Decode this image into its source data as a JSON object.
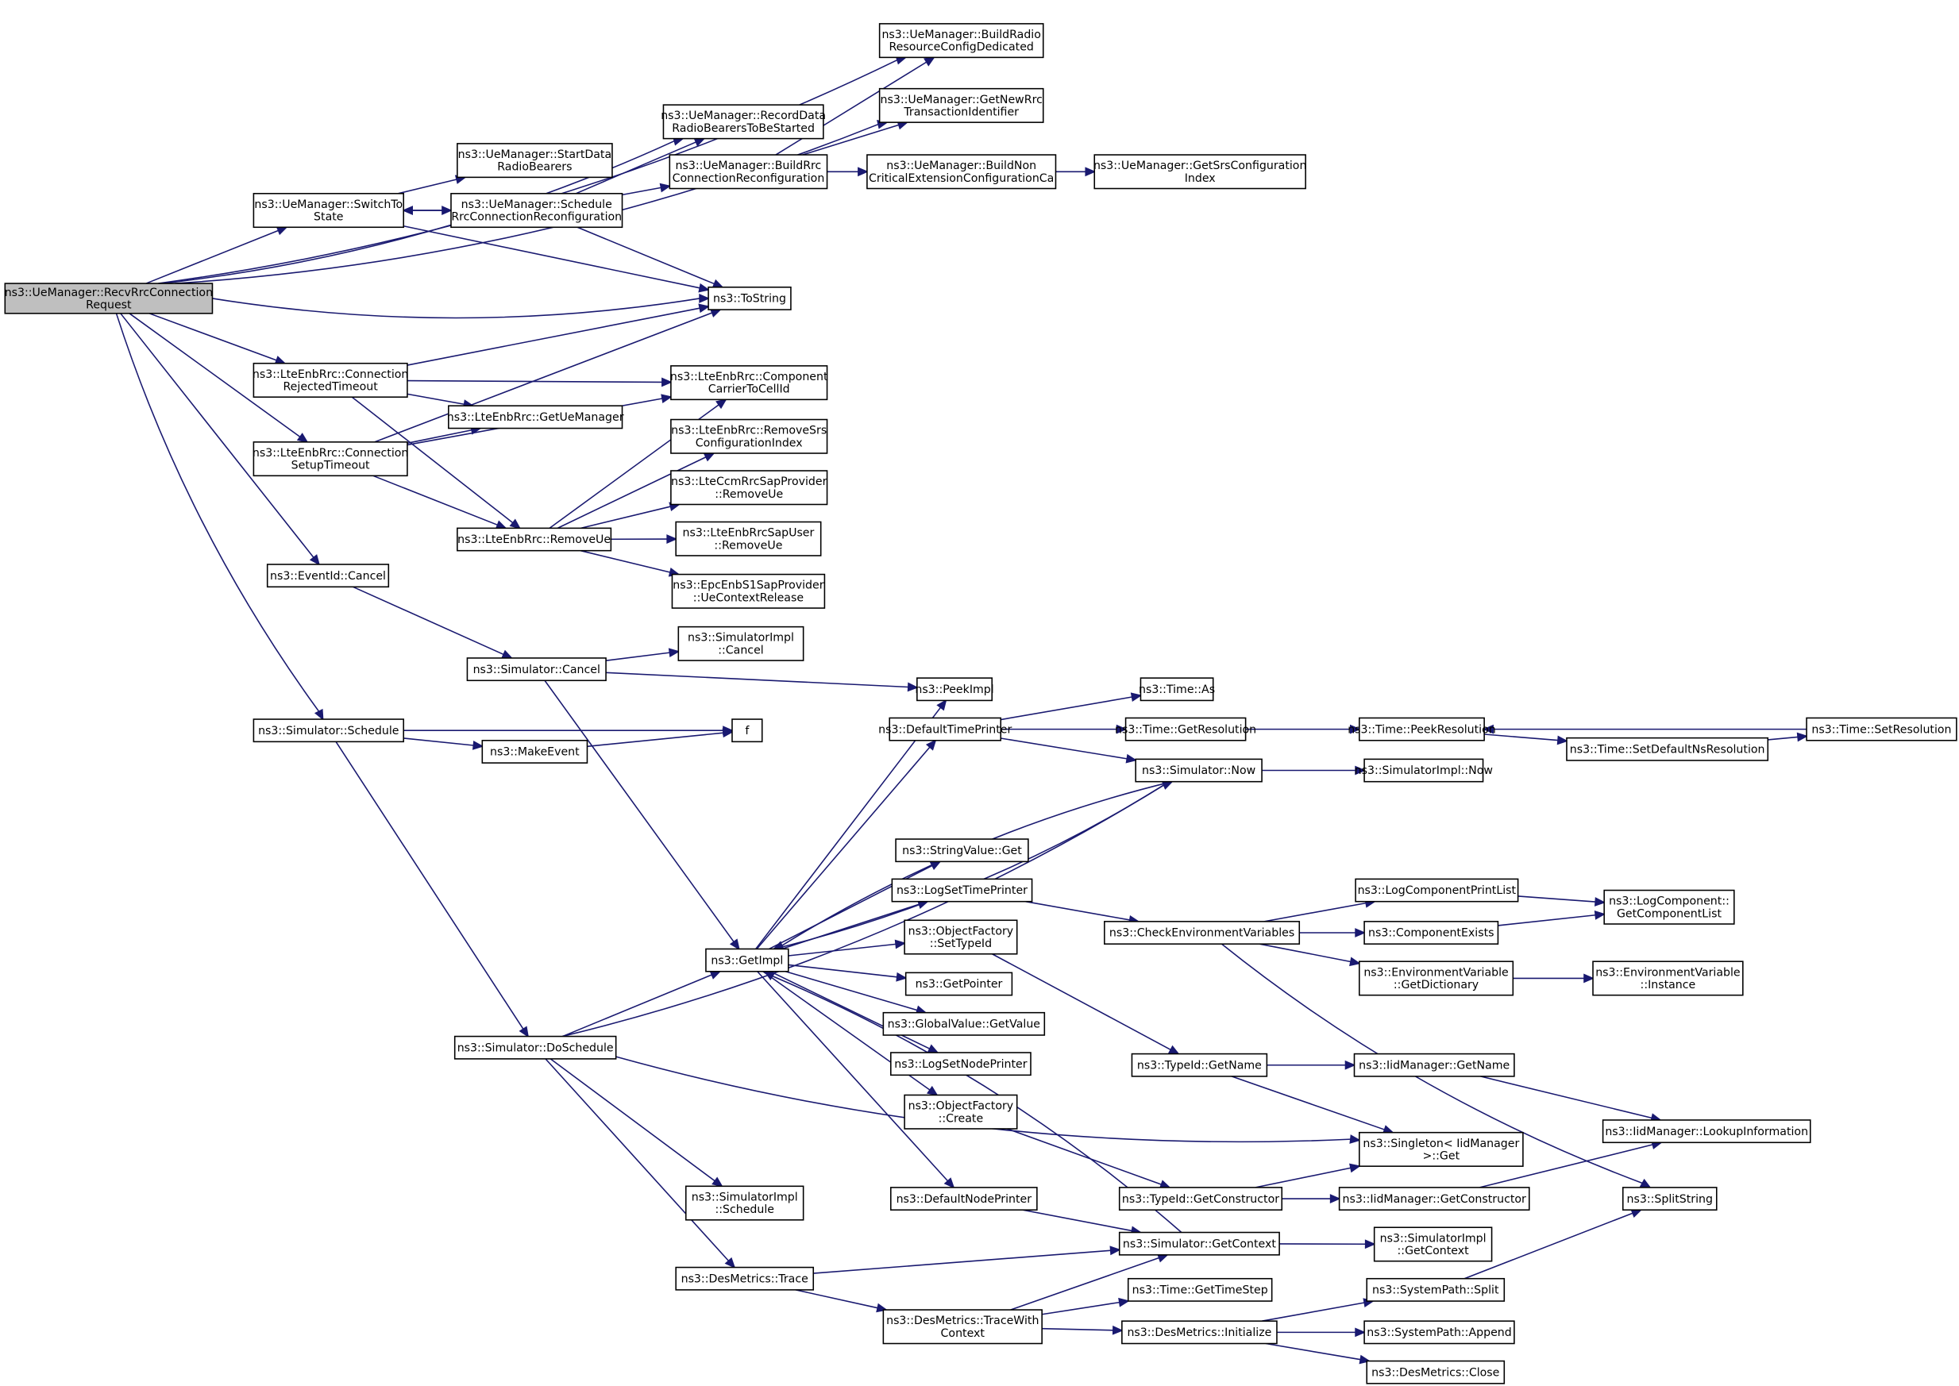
{
  "graph": {
    "type": "call-graph",
    "colors": {
      "edge": "#191970",
      "root_fill": "#bfbfbf",
      "node_fill": "#ffffff",
      "border": "#000000"
    },
    "nodes": [
      {
        "id": "root",
        "label": [
          "ns3::UeManager::RecvRrcConnection",
          "Request"
        ],
        "root": true
      },
      {
        "id": "buildRadio",
        "label": [
          "ns3::UeManager::BuildRadio",
          "ResourceConfigDedicated"
        ]
      },
      {
        "id": "getNewRrc",
        "label": [
          "ns3::UeManager::GetNewRrc",
          "TransactionIdentifier"
        ]
      },
      {
        "id": "recordData",
        "label": [
          "ns3::UeManager::RecordData",
          "RadioBearersToBeStarted"
        ]
      },
      {
        "id": "startData",
        "label": [
          "ns3::UeManager::StartData",
          "RadioBearers"
        ]
      },
      {
        "id": "buildRrc",
        "label": [
          "ns3::UeManager::BuildRrc",
          "ConnectionReconfiguration"
        ]
      },
      {
        "id": "buildNon",
        "label": [
          "ns3::UeManager::BuildNon",
          "CriticalExtensionConfigurationCa"
        ]
      },
      {
        "id": "getSrs",
        "label": [
          "ns3::UeManager::GetSrsConfiguration",
          "Index"
        ]
      },
      {
        "id": "switchTo",
        "label": [
          "ns3::UeManager::SwitchTo",
          "State"
        ]
      },
      {
        "id": "scheduleRrc",
        "label": [
          "ns3::UeManager::Schedule",
          "RrcConnectionReconfiguration"
        ]
      },
      {
        "id": "toString",
        "label": [
          "ns3::ToString"
        ]
      },
      {
        "id": "connRejected",
        "label": [
          "ns3::LteEnbRrc::Connection",
          "RejectedTimeout"
        ]
      },
      {
        "id": "componentCarrier",
        "label": [
          "ns3::LteEnbRrc::Component",
          "CarrierToCellId"
        ]
      },
      {
        "id": "getUeManager",
        "label": [
          "ns3::LteEnbRrc::GetUeManager"
        ]
      },
      {
        "id": "removeSrs",
        "label": [
          "ns3::LteEnbRrc::RemoveSrs",
          "ConfigurationIndex"
        ]
      },
      {
        "id": "connSetup",
        "label": [
          "ns3::LteEnbRrc::Connection",
          "SetupTimeout"
        ]
      },
      {
        "id": "ccmRemove",
        "label": [
          "ns3::LteCcmRrcSapProvider",
          "::RemoveUe"
        ]
      },
      {
        "id": "removeUe",
        "label": [
          "ns3::LteEnbRrc::RemoveUe"
        ]
      },
      {
        "id": "sapUserRemove",
        "label": [
          "ns3::LteEnbRrcSapUser",
          "::RemoveUe"
        ]
      },
      {
        "id": "ueCtxRelease",
        "label": [
          "ns3::EpcEnbS1SapProvider",
          "::UeContextRelease"
        ]
      },
      {
        "id": "eventCancel",
        "label": [
          "ns3::EventId::Cancel"
        ]
      },
      {
        "id": "simImplCancel",
        "label": [
          "ns3::SimulatorImpl",
          "::Cancel"
        ]
      },
      {
        "id": "simCancel",
        "label": [
          "ns3::Simulator::Cancel"
        ]
      },
      {
        "id": "peekImpl",
        "label": [
          "ns3::PeekImpl"
        ]
      },
      {
        "id": "timeAs",
        "label": [
          "ns3::Time::As"
        ]
      },
      {
        "id": "defaultTimePrinter",
        "label": [
          "ns3::DefaultTimePrinter"
        ]
      },
      {
        "id": "getResolution",
        "label": [
          "ns3::Time::GetResolution"
        ]
      },
      {
        "id": "peekResolution",
        "label": [
          "ns3::Time::PeekResolution"
        ]
      },
      {
        "id": "setResolution",
        "label": [
          "ns3::Time::SetResolution"
        ]
      },
      {
        "id": "setDefaultNs",
        "label": [
          "ns3::Time::SetDefaultNsResolution"
        ]
      },
      {
        "id": "simSchedule",
        "label": [
          "ns3::Simulator::Schedule"
        ]
      },
      {
        "id": "f",
        "label": [
          "f"
        ]
      },
      {
        "id": "makeEvent",
        "label": [
          "ns3::MakeEvent"
        ]
      },
      {
        "id": "simNow",
        "label": [
          "ns3::Simulator::Now"
        ]
      },
      {
        "id": "simImplNow",
        "label": [
          "ns3::SimulatorImpl::Now"
        ]
      },
      {
        "id": "stringValueGet",
        "label": [
          "ns3::StringValue::Get"
        ]
      },
      {
        "id": "logSetTimePrinter",
        "label": [
          "ns3::LogSetTimePrinter"
        ]
      },
      {
        "id": "logCompPrintList",
        "label": [
          "ns3::LogComponentPrintList"
        ]
      },
      {
        "id": "logCompGetList",
        "label": [
          "ns3::LogComponent::",
          "GetComponentList"
        ]
      },
      {
        "id": "checkEnv",
        "label": [
          "ns3::CheckEnvironmentVariables"
        ]
      },
      {
        "id": "componentExists",
        "label": [
          "ns3::ComponentExists"
        ]
      },
      {
        "id": "getImpl",
        "label": [
          "ns3::GetImpl"
        ]
      },
      {
        "id": "objFactorySetTypeId",
        "label": [
          "ns3::ObjectFactory",
          "::SetTypeId"
        ]
      },
      {
        "id": "envGetDict",
        "label": [
          "ns3::EnvironmentVariable",
          "::GetDictionary"
        ]
      },
      {
        "id": "envInstance",
        "label": [
          "ns3::EnvironmentVariable",
          "::Instance"
        ]
      },
      {
        "id": "getPointer",
        "label": [
          "ns3::GetPointer"
        ]
      },
      {
        "id": "globalValueGet",
        "label": [
          "ns3::GlobalValue::GetValue"
        ]
      },
      {
        "id": "logSetNodePrinter",
        "label": [
          "ns3::LogSetNodePrinter"
        ]
      },
      {
        "id": "typeIdGetName",
        "label": [
          "ns3::TypeId::GetName"
        ]
      },
      {
        "id": "iidGetName",
        "label": [
          "ns3::IidManager::GetName"
        ]
      },
      {
        "id": "simDoSchedule",
        "label": [
          "ns3::Simulator::DoSchedule"
        ]
      },
      {
        "id": "objFactoryCreate",
        "label": [
          "ns3::ObjectFactory",
          "::Create"
        ]
      },
      {
        "id": "iidLookup",
        "label": [
          "ns3::IidManager::LookupInformation"
        ]
      },
      {
        "id": "singletonGet",
        "label": [
          "ns3::Singleton< IidManager",
          ">::Get"
        ]
      },
      {
        "id": "simImplSchedule",
        "label": [
          "ns3::SimulatorImpl",
          "::Schedule"
        ]
      },
      {
        "id": "defaultNodePrinter",
        "label": [
          "ns3::DefaultNodePrinter"
        ]
      },
      {
        "id": "typeIdGetCtor",
        "label": [
          "ns3::TypeId::GetConstructor"
        ]
      },
      {
        "id": "iidGetCtor",
        "label": [
          "ns3::IidManager::GetConstructor"
        ]
      },
      {
        "id": "splitString",
        "label": [
          "ns3::SplitString"
        ]
      },
      {
        "id": "simGetContext",
        "label": [
          "ns3::Simulator::GetContext"
        ]
      },
      {
        "id": "simImplGetContext",
        "label": [
          "ns3::SimulatorImpl",
          "::GetContext"
        ]
      },
      {
        "id": "desTrace",
        "label": [
          "ns3::DesMetrics::Trace"
        ]
      },
      {
        "id": "getTimeStep",
        "label": [
          "ns3::Time::GetTimeStep"
        ]
      },
      {
        "id": "sysPathSplit",
        "label": [
          "ns3::SystemPath::Split"
        ]
      },
      {
        "id": "desTraceWith",
        "label": [
          "ns3::DesMetrics::TraceWith",
          "Context"
        ]
      },
      {
        "id": "desInit",
        "label": [
          "ns3::DesMetrics::Initialize"
        ]
      },
      {
        "id": "sysPathAppend",
        "label": [
          "ns3::SystemPath::Append"
        ]
      },
      {
        "id": "desClose",
        "label": [
          "ns3::DesMetrics::Close"
        ]
      }
    ],
    "edges": [
      [
        "root",
        "buildRadio"
      ],
      [
        "root",
        "getNewRrc"
      ],
      [
        "root",
        "recordData"
      ],
      [
        "root",
        "switchTo"
      ],
      [
        "root",
        "toString"
      ],
      [
        "root",
        "connRejected"
      ],
      [
        "root",
        "connSetup"
      ],
      [
        "root",
        "eventCancel"
      ],
      [
        "root",
        "simSchedule"
      ],
      [
        "switchTo",
        "startData"
      ],
      [
        "switchTo",
        "scheduleRrc"
      ],
      [
        "switchTo",
        "toString"
      ],
      [
        "scheduleRrc",
        "switchTo"
      ],
      [
        "scheduleRrc",
        "recordData"
      ],
      [
        "scheduleRrc",
        "buildRrc"
      ],
      [
        "scheduleRrc",
        "toString"
      ],
      [
        "buildRrc",
        "buildRadio"
      ],
      [
        "buildRrc",
        "getNewRrc"
      ],
      [
        "buildRrc",
        "buildNon"
      ],
      [
        "buildNon",
        "getSrs"
      ],
      [
        "connRejected",
        "toString"
      ],
      [
        "connRejected",
        "componentCarrier"
      ],
      [
        "connRejected",
        "getUeManager"
      ],
      [
        "connRejected",
        "removeUe"
      ],
      [
        "connSetup",
        "getUeManager"
      ],
      [
        "connSetup",
        "toString"
      ],
      [
        "connSetup",
        "componentCarrier"
      ],
      [
        "connSetup",
        "removeUe"
      ],
      [
        "removeUe",
        "componentCarrier"
      ],
      [
        "removeUe",
        "removeSrs"
      ],
      [
        "removeUe",
        "ccmRemove"
      ],
      [
        "removeUe",
        "sapUserRemove"
      ],
      [
        "removeUe",
        "ueCtxRelease"
      ],
      [
        "eventCancel",
        "simCancel"
      ],
      [
        "simCancel",
        "simImplCancel"
      ],
      [
        "simCancel",
        "peekImpl"
      ],
      [
        "simCancel",
        "getImpl"
      ],
      [
        "simSchedule",
        "f"
      ],
      [
        "simSchedule",
        "makeEvent"
      ],
      [
        "simSchedule",
        "simDoSchedule"
      ],
      [
        "makeEvent",
        "f"
      ],
      [
        "getImpl",
        "peekImpl"
      ],
      [
        "getImpl",
        "defaultTimePrinter"
      ],
      [
        "getImpl",
        "simNow"
      ],
      [
        "getImpl",
        "stringValueGet"
      ],
      [
        "getImpl",
        "logSetTimePrinter"
      ],
      [
        "getImpl",
        "objFactorySetTypeId"
      ],
      [
        "getImpl",
        "getPointer"
      ],
      [
        "getImpl",
        "globalValueGet"
      ],
      [
        "getImpl",
        "logSetNodePrinter"
      ],
      [
        "getImpl",
        "objFactoryCreate"
      ],
      [
        "getImpl",
        "defaultNodePrinter"
      ],
      [
        "defaultTimePrinter",
        "timeAs"
      ],
      [
        "defaultTimePrinter",
        "getResolution"
      ],
      [
        "defaultTimePrinter",
        "simNow"
      ],
      [
        "getResolution",
        "peekResolution"
      ],
      [
        "peekResolution",
        "setDefaultNs"
      ],
      [
        "setDefaultNs",
        "setResolution"
      ],
      [
        "setResolution",
        "peekResolution"
      ],
      [
        "simNow",
        "simImplNow"
      ],
      [
        "simNow",
        "getImpl"
      ],
      [
        "logSetTimePrinter",
        "checkEnv"
      ],
      [
        "checkEnv",
        "logCompPrintList"
      ],
      [
        "checkEnv",
        "componentExists"
      ],
      [
        "checkEnv",
        "envGetDict"
      ],
      [
        "checkEnv",
        "splitString"
      ],
      [
        "logCompPrintList",
        "logCompGetList"
      ],
      [
        "componentExists",
        "logCompGetList"
      ],
      [
        "envGetDict",
        "envInstance"
      ],
      [
        "objFactorySetTypeId",
        "typeIdGetName"
      ],
      [
        "typeIdGetName",
        "iidGetName"
      ],
      [
        "typeIdGetName",
        "singletonGet"
      ],
      [
        "iidGetName",
        "iidLookup"
      ],
      [
        "objFactoryCreate",
        "typeIdGetCtor"
      ],
      [
        "typeIdGetCtor",
        "singletonGet"
      ],
      [
        "typeIdGetCtor",
        "iidGetCtor"
      ],
      [
        "iidGetCtor",
        "iidLookup"
      ],
      [
        "simDoSchedule",
        "getImpl"
      ],
      [
        "simDoSchedule",
        "simNow"
      ],
      [
        "simDoSchedule",
        "singletonGet"
      ],
      [
        "simDoSchedule",
        "simImplSchedule"
      ],
      [
        "simDoSchedule",
        "desTrace"
      ],
      [
        "defaultNodePrinter",
        "simGetContext"
      ],
      [
        "simGetContext",
        "simImplGetContext"
      ],
      [
        "simGetContext",
        "getImpl"
      ],
      [
        "desTrace",
        "simGetContext"
      ],
      [
        "desTrace",
        "desTraceWith"
      ],
      [
        "desTraceWith",
        "simGetContext"
      ],
      [
        "desTraceWith",
        "getTimeStep"
      ],
      [
        "desTraceWith",
        "desInit"
      ],
      [
        "desInit",
        "sysPathSplit"
      ],
      [
        "desInit",
        "sysPathAppend"
      ],
      [
        "desInit",
        "desClose"
      ],
      [
        "sysPathSplit",
        "splitString"
      ]
    ]
  }
}
